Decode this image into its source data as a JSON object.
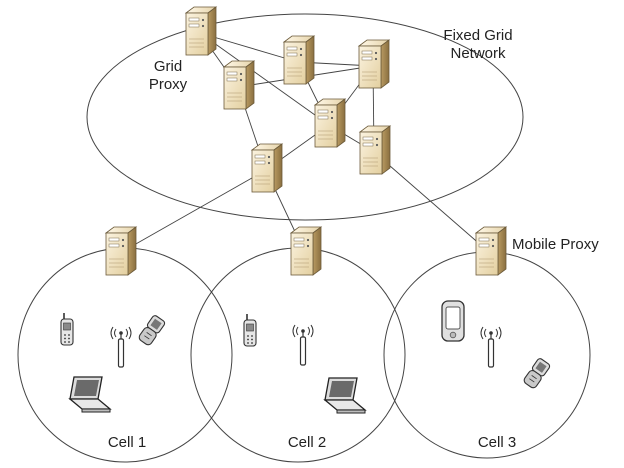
{
  "labels": {
    "grid_proxy_line1": "Grid",
    "grid_proxy_line2": "Proxy",
    "fixed_grid_line1": "Fixed Grid",
    "fixed_grid_line2": "Network",
    "mobile_proxy": "Mobile Proxy",
    "cell1": "Cell 1",
    "cell2": "Cell 2",
    "cell3": "Cell 3"
  },
  "colors": {
    "server_light": "#f4ead3",
    "server_mid": "#e2cfa6",
    "server_dark": "#a88c57",
    "outline": "#555555",
    "device_gray": "#d6d6d6"
  }
}
